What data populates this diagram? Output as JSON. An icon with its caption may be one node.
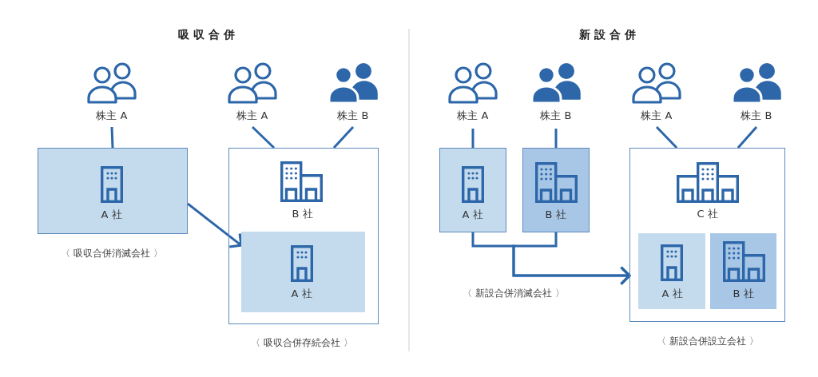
{
  "diagram": {
    "nodes": [
      {
        "text": [
          "株主 A"
        ]
      },
      {
        "text": [
          "株主 A"
        ]
      },
      {
        "text": [
          "株主 B"
        ]
      },
      {
        "text": [
          "A 社"
        ],
        "beside": [
          "〈 吸収合併消滅会社 〉"
        ]
      },
      {
        "text": [
          "B 社"
        ],
        "beside": [
          "〈 吸収合併存続会社 〉"
        ]
      },
      {
        "text": [
          "A 社"
        ],
        "in": 4
      },
      {
        "text": [
          "株主 A"
        ]
      },
      {
        "text": [
          "株主 B"
        ]
      },
      {
        "text": [
          "株主 A"
        ]
      },
      {
        "text": [
          "株主 B"
        ]
      },
      {
        "text": [
          "A 社"
        ]
      },
      {
        "text": [
          "B 社"
        ]
      },
      {
        "text": [
          "C 社"
        ],
        "beside": [
          "〈 新設合併設立会社 〉"
        ]
      },
      {
        "text": [
          "A 社"
        ],
        "in": 12
      },
      {
        "text": [
          "B 社"
        ],
        "in": 12
      }
    ],
    "edges": [
      {
        "from": 0,
        "to": 3,
        "arrow": "none"
      },
      {
        "from": 1,
        "to": 4,
        "arrow": "none"
      },
      {
        "from": 2,
        "to": 4,
        "arrow": "none"
      },
      {
        "from": 3,
        "to": 5,
        "arrow": "to"
      },
      {
        "from": 6,
        "to": 10,
        "arrow": "none"
      },
      {
        "from": 7,
        "to": 11,
        "arrow": "none"
      },
      {
        "from": 8,
        "to": 12,
        "arrow": "none"
      },
      {
        "from": 9,
        "to": 12,
        "arrow": "none"
      },
      {
        "from": 10,
        "to": 12,
        "arrow": "to"
      },
      {
        "from": 11,
        "to": 12,
        "arrow": "to"
      }
    ],
    "labels": [
      "吸収合併",
      "新設合併",
      "〈 新設合併消滅会社 〉"
    ]
  }
}
